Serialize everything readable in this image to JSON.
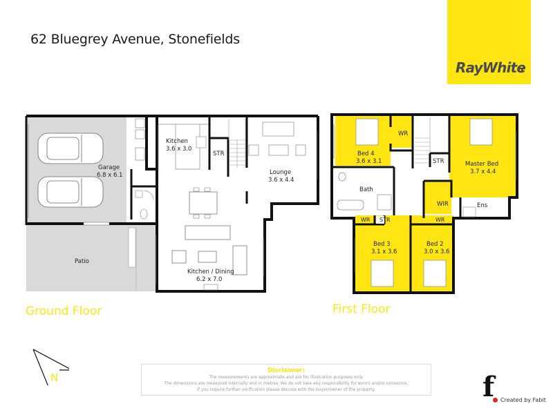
{
  "header": {
    "address": "62 Bluegrey Avenue, Stonefields"
  },
  "brand": {
    "logo_text": "RayWhite",
    "logo_bg": "#ffe512",
    "logo_text_color": "#4a4a4a"
  },
  "colors": {
    "accent_yellow": "#ffe512",
    "wall": "#111111",
    "outdoor_grey": "#d9d9d9",
    "bedroom_fill": "#ffe512"
  },
  "ground_floor": {
    "label": "Ground Floor",
    "rooms": [
      {
        "name": "Garage",
        "size": "6.8 x 6.1"
      },
      {
        "name": "Kitchen",
        "size": "3.6 x 3.0"
      },
      {
        "name": "STR",
        "size": ""
      },
      {
        "name": "Lounge",
        "size": "3.6 x 4.4"
      },
      {
        "name": "Kitchen / Dining",
        "size": "6.2 x 7.0"
      },
      {
        "name": "Patio",
        "size": ""
      }
    ]
  },
  "first_floor": {
    "label": "First Floor",
    "rooms": [
      {
        "name": "Bed 4",
        "size": "3.6 x 3.1"
      },
      {
        "name": "WR",
        "size": ""
      },
      {
        "name": "STR",
        "size": ""
      },
      {
        "name": "Master Bed",
        "size": "3.7 x 4.4"
      },
      {
        "name": "Bath",
        "size": ""
      },
      {
        "name": "WIR",
        "size": ""
      },
      {
        "name": "Ens",
        "size": ""
      },
      {
        "name": "WR",
        "size": ""
      },
      {
        "name": "STR",
        "size": ""
      },
      {
        "name": "WR",
        "size": ""
      },
      {
        "name": "Bed 3",
        "size": "3.1 x 3.6"
      },
      {
        "name": "Bed 2",
        "size": "3.0 x 3.6"
      }
    ]
  },
  "compass": {
    "label": "N"
  },
  "disclaimer": {
    "title": "Disclaimer:",
    "lines": [
      "The measurements are approximate and are for illustration purposes only.",
      "The dimensions are measured internally and in metres. We do not take any responsibility for errors and/or omissions.",
      "If you require further verification please discuss with the buyer/owner of the property."
    ]
  },
  "credit": {
    "text": "Created by Fabit"
  }
}
